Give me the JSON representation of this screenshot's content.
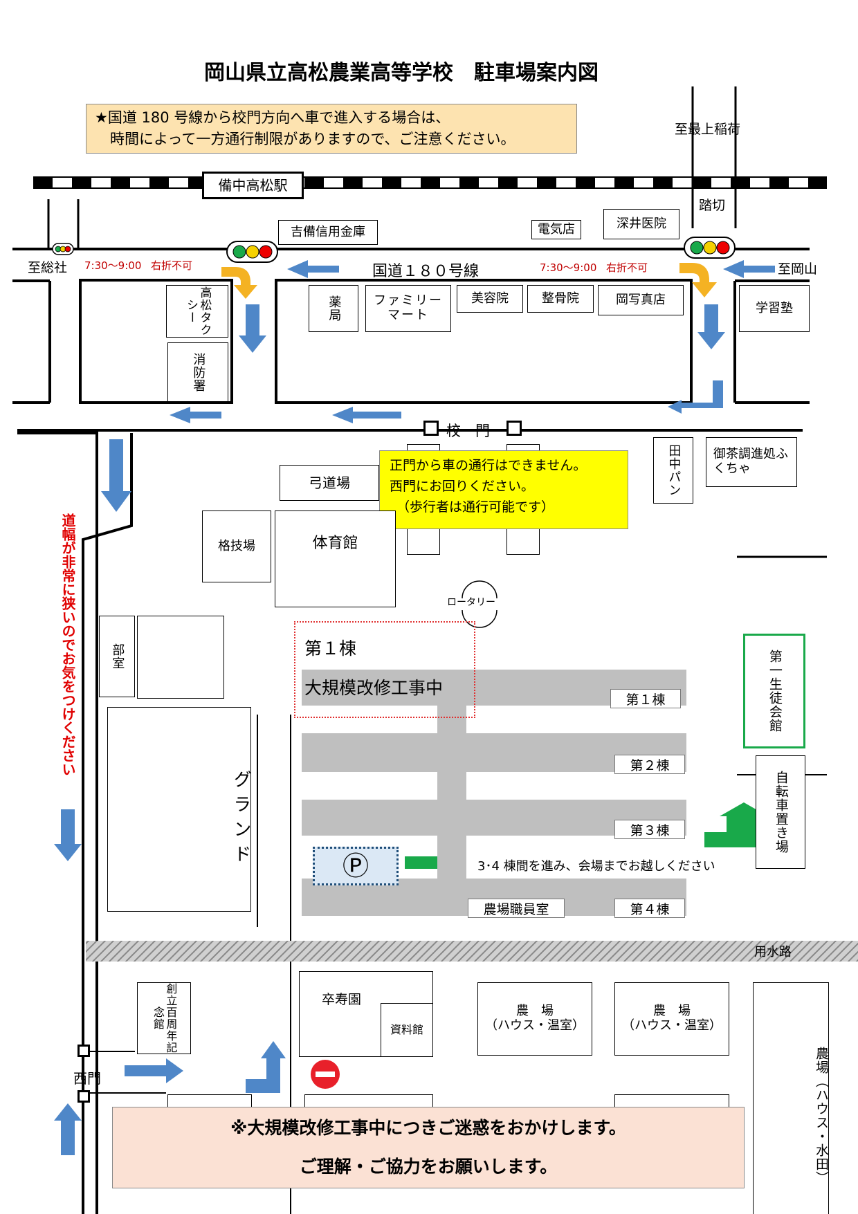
{
  "title": "岡山県立高松農業高等学校　駐車場案内図",
  "notice_top": {
    "line1": "★国道 180 号線から校門方向へ車で進入する場合は、",
    "line2": "時間によって一方通行制限がありますので、ご注意ください。"
  },
  "labels": {
    "station": "備中高松駅",
    "to_saijo": "至最上稲荷",
    "crossing": "踏切",
    "to_soja": "至総社",
    "to_okayama": "至岡山",
    "route": "国道１８０号線",
    "time_left": "7:30～9:00",
    "no_right_left": "右折不可",
    "time_right": "7:30～9:00",
    "no_right_right": "右折不可",
    "school_gate": "校　門",
    "west_gate": "西門",
    "rotary": "ロータリー",
    "waterway": "用水路",
    "narrow_road": "道幅が非常に狭いのでお気をつけください",
    "route_instruction": "3･4 棟間を進み、会場までお越しください",
    "parking_symbol": "Ⓟ"
  },
  "shops": {
    "kibi_shinkin": "吉備信用金庫",
    "denki": "電気店",
    "fukai": "深井医院",
    "takamatsu_taxi": "高松タクシー",
    "fire_station": "消防署",
    "pharmacy": "薬局",
    "familymart": "ファミリーマート",
    "beauty": "美容院",
    "seikotsu": "整骨院",
    "photo": "岡写真店",
    "juku": "学習塾",
    "tanaka_pan": "田中パン",
    "fukucha": "御茶調進処ふくちゃ"
  },
  "campus": {
    "kyudo": "弓道場",
    "kakugi": "格技場",
    "gym": "体育館",
    "club": "部室",
    "ground": "グランド",
    "bldg1_box_title": "第１棟",
    "bldg1_box_sub": "大規模改修工事中",
    "bldg1": "第１棟",
    "bldg2": "第２棟",
    "bldg3": "第３棟",
    "bldg4": "第４棟",
    "farm_staff": "農場職員室",
    "student_hall": "第一生徒会館",
    "bike": "自転車置き場",
    "sotsujuen": "卒寿園",
    "archive": "資料館",
    "centennial": "創立百周年記念館",
    "farm1": "農　場",
    "farm1_sub": "（ハウス・温室）",
    "farm2": "農　場",
    "farm2_sub": "（ハウス・温室）",
    "farm3": "農場（ハウス・水田）"
  },
  "notice_gate": {
    "line1": "正門から車の通行はできません。",
    "line2": "西門にお回りください。",
    "line3": "（歩行者は通行可能です）"
  },
  "notice_bottom": {
    "line1": "※大規模改修工事中につきご迷惑をおかけします。",
    "line2": "ご理解・ご協力をお願いします。"
  },
  "colors": {
    "arrow_blue": "#4f87c8",
    "arrow_yellow": "#f4b223",
    "arrow_green": "#19a94a",
    "notice_orange": "#fde3b0",
    "notice_yellow": "#ffff00",
    "notice_pink": "#fbe1d4",
    "hall_green": "#19a94a",
    "parking_fill": "#dbe8f5"
  }
}
